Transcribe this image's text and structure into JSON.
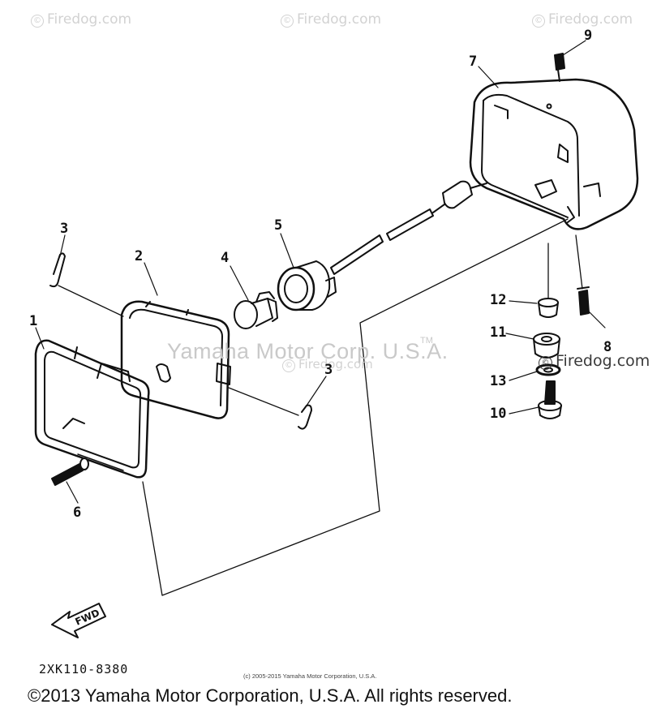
{
  "watermarks": {
    "site": "Firedog.com",
    "center": "Yamaha Motor Corp. U.S.A.",
    "tm": "TM"
  },
  "callouts": {
    "c1": "1",
    "c2": "2",
    "c3": "3",
    "c4": "4",
    "c5": "5",
    "c6": "6",
    "c7": "7",
    "c8": "8",
    "c9": "9",
    "c10": "10",
    "c11": "11",
    "c12": "12",
    "c13": "13"
  },
  "labels": {
    "fwd": "FWD",
    "diagram_code": "2XK110-8380"
  },
  "footer": {
    "small": "(c) 2005-2015 Yamaha Motor Corporation, U.S.A.",
    "main": "©2013 Yamaha Motor Corporation, U.S.A. All rights reserved."
  }
}
